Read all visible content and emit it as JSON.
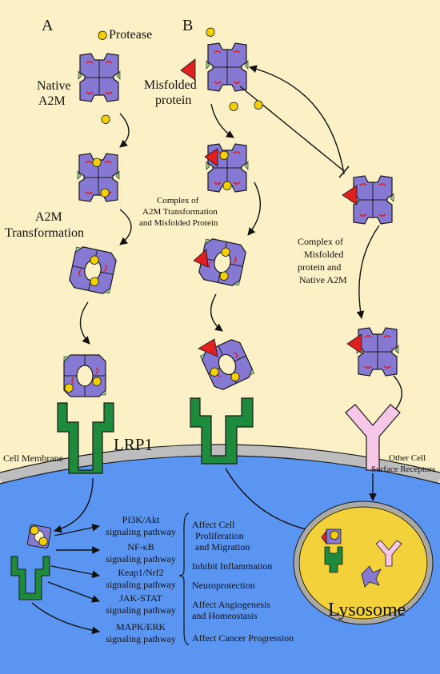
{
  "panel_labels": {
    "a": "A",
    "b": "B"
  },
  "labels": {
    "protease": "Protease",
    "native_a2m_1": "Native",
    "native_a2m_2": "A2M",
    "misfolded_1": "Misfolded",
    "misfolded_2": "protein",
    "transformation_1": "A2M",
    "transformation_2": "Transformation",
    "complex_b_1": "Complex of",
    "complex_b_2": "A2M Transformation",
    "complex_b_3": "and Misfolded Protein",
    "complex_native_1": "Complex of",
    "complex_native_2": "Misfolded",
    "complex_native_3": "protein and",
    "complex_native_4": "Native A2M",
    "lrp1": "LRP1",
    "cell_membrane": "Cell Membrane",
    "other_receptors_1": "Other Cell",
    "other_receptors_2": "Surface Receptors",
    "lysosome": "Lysosome"
  },
  "pathways": [
    {
      "line1": "PI3K/Akt",
      "line2": "signaling pathway"
    },
    {
      "line1": "NF-κB",
      "line2": "signaling pathway"
    },
    {
      "line1": "Keap1/Nrf2",
      "line2": "signaling pathway"
    },
    {
      "line1": "JAK-STAT",
      "line2": "signaling pathway"
    },
    {
      "line1": "MAPK/ERK",
      "line2": "signaling pathway"
    }
  ],
  "effects": [
    {
      "line1": "Affect Cell",
      "line2": "Proliferation"
    },
    {
      "line1": "and Migration",
      "line2": ""
    },
    {
      "line1": "Inhibit Inflammation",
      "line2": ""
    },
    {
      "line1": "Neuroprotection",
      "line2": ""
    },
    {
      "line1": "Affect Angiogenesis",
      "line2": ""
    },
    {
      "line1": "and Homeostasis",
      "line2": ""
    },
    {
      "line1": "Affect Cancer Progression",
      "line2": ""
    }
  ],
  "colors": {
    "background": "#fbf0c6",
    "cytoplasm": "#5b95f2",
    "membrane": "#bdbdbd",
    "a2m": "#8579d4",
    "lrp1": "#1e8a3c",
    "other_receptor": "#f6c7e6",
    "lysosome": "#f3d13a",
    "protease": "#f5d000",
    "misfolded_protein": "#e02020"
  }
}
